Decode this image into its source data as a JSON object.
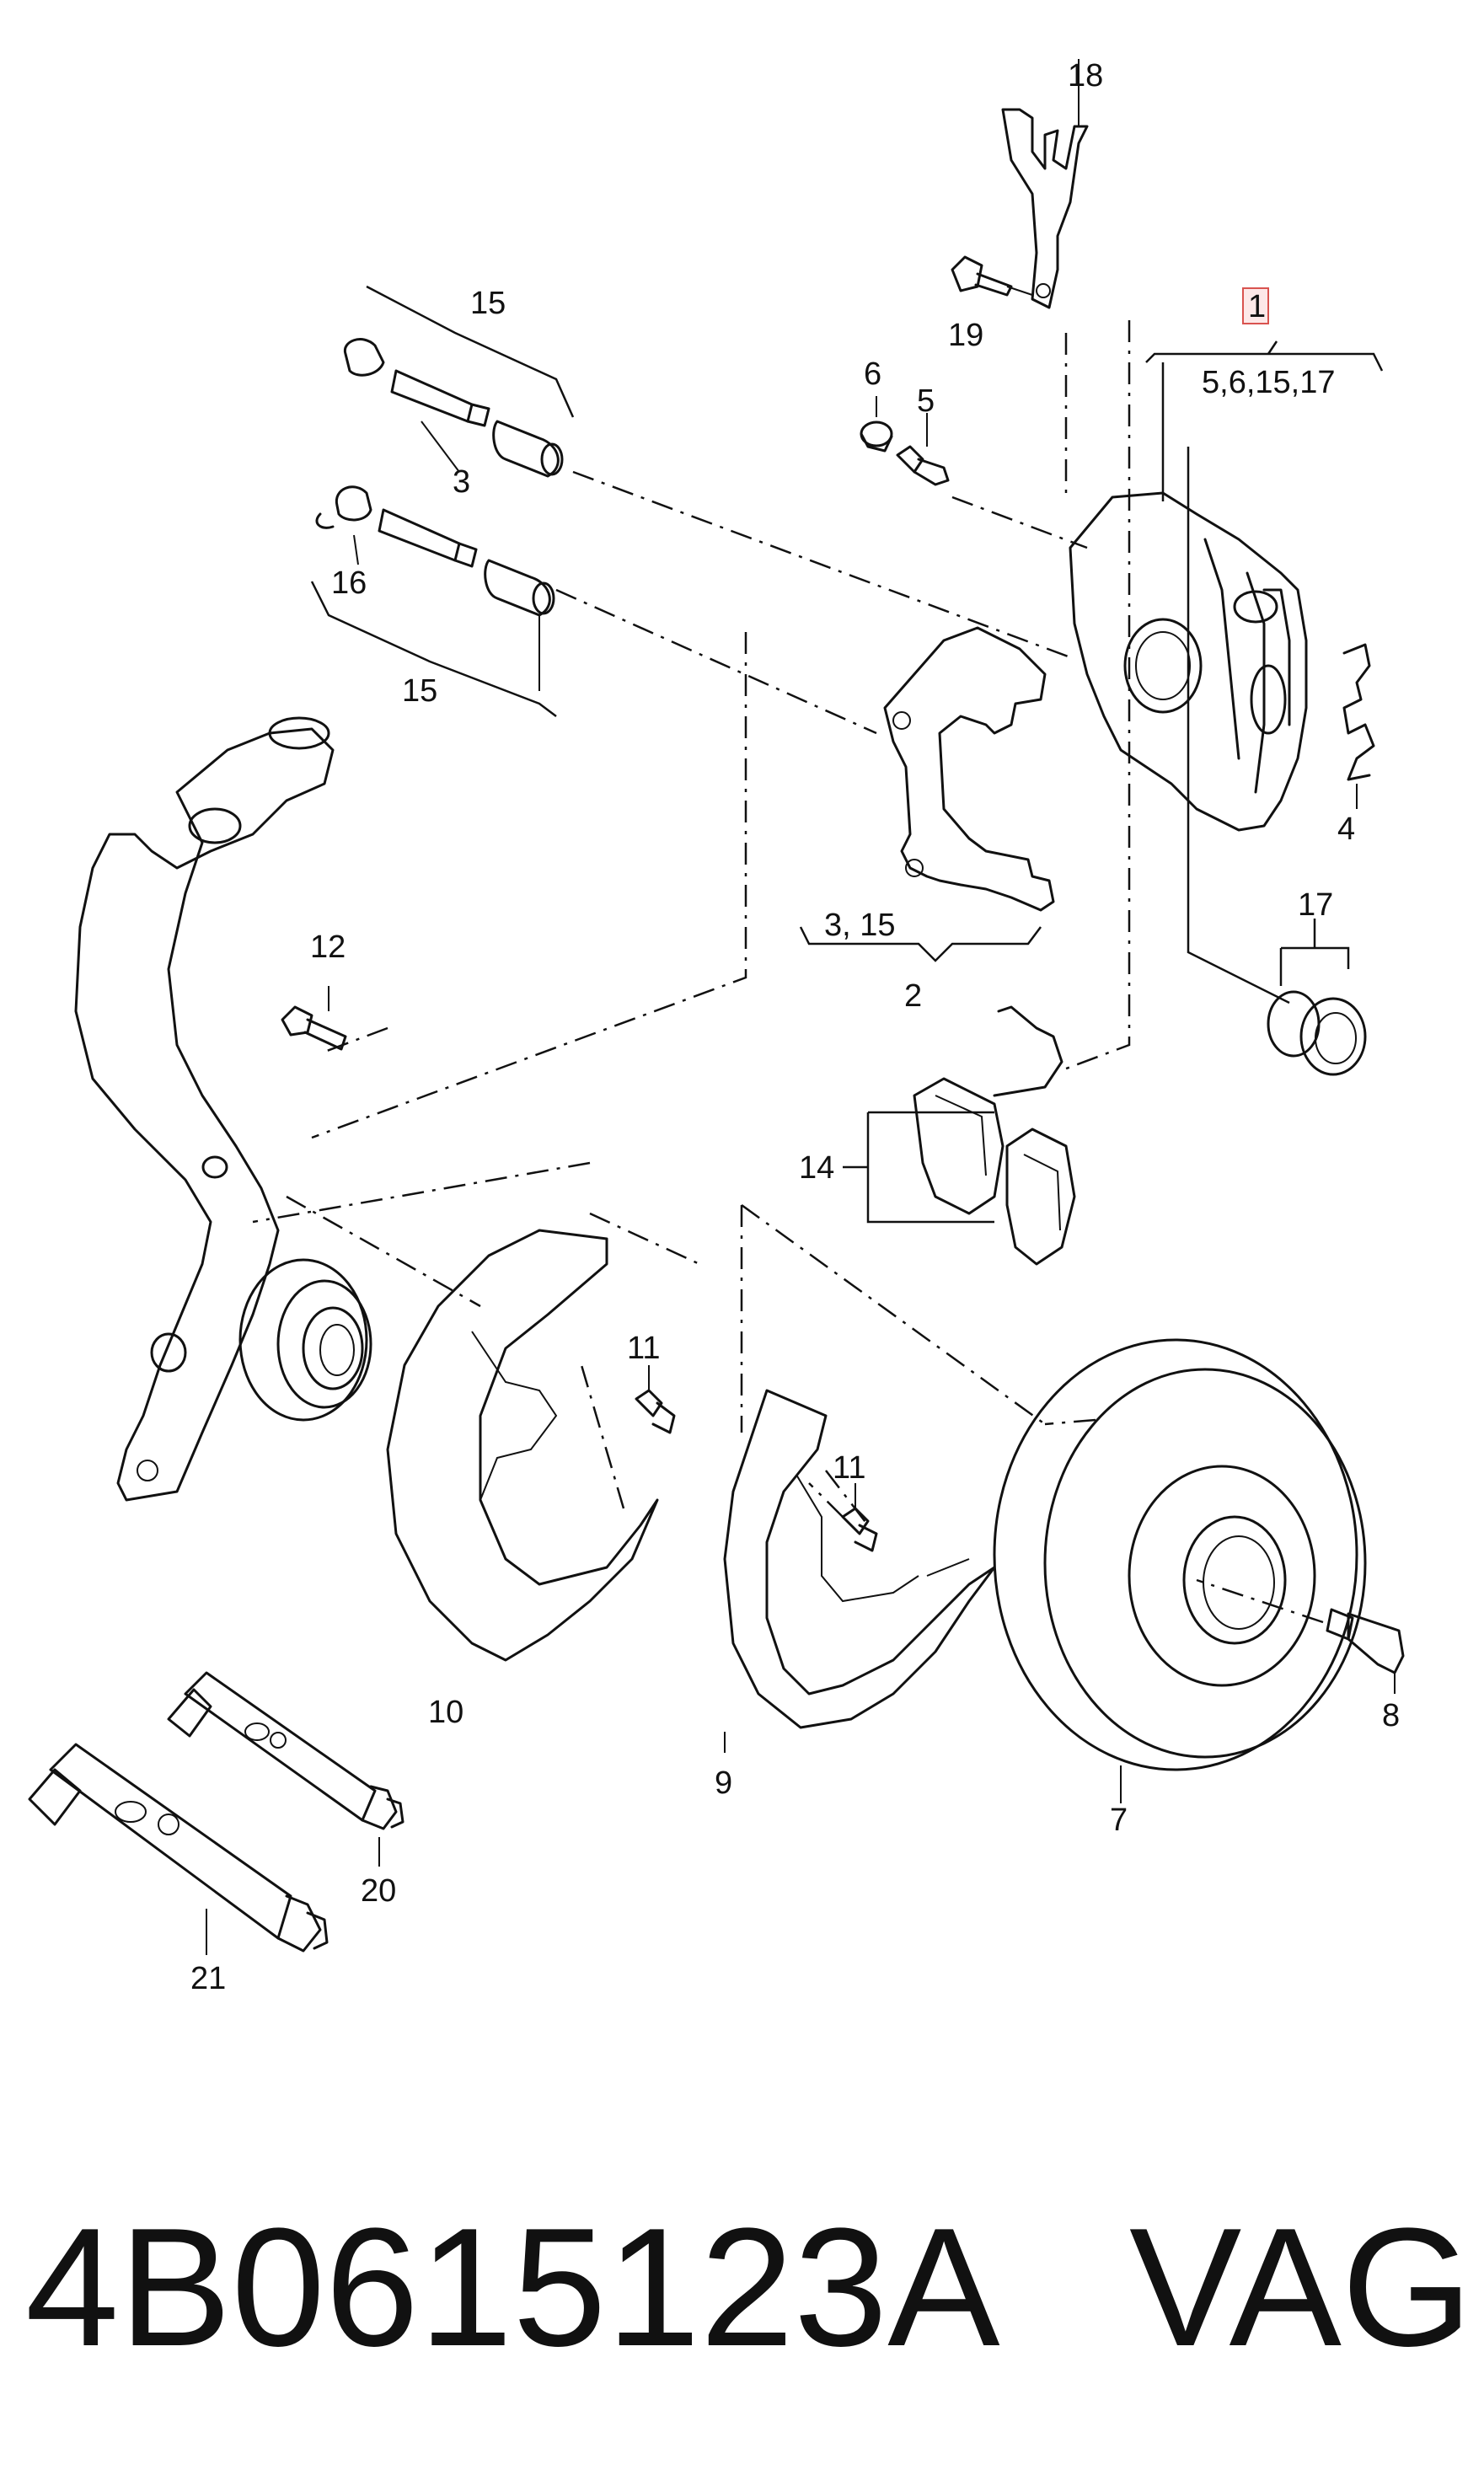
{
  "labels": {
    "l18": "18",
    "l19": "19",
    "l1": "1",
    "l1group": "5,6,15,17",
    "l15a": "15",
    "l6": "6",
    "l5": "5",
    "l3": "3",
    "l16": "16",
    "l15b": "15",
    "l4": "4",
    "l3_15": "3, 15",
    "l2": "2",
    "l17": "17",
    "l12": "12",
    "l14": "14",
    "l11a": "11",
    "l11b": "11",
    "l10": "10",
    "l9": "9",
    "l8": "8",
    "l7": "7",
    "l20": "20",
    "l21": "21"
  },
  "footer": {
    "part_number": "4B0615123A",
    "brand": "VAG"
  },
  "colors": {
    "line": "#111111",
    "highlight_box": "#d9534f",
    "highlight_fill": "#fde8e8"
  }
}
